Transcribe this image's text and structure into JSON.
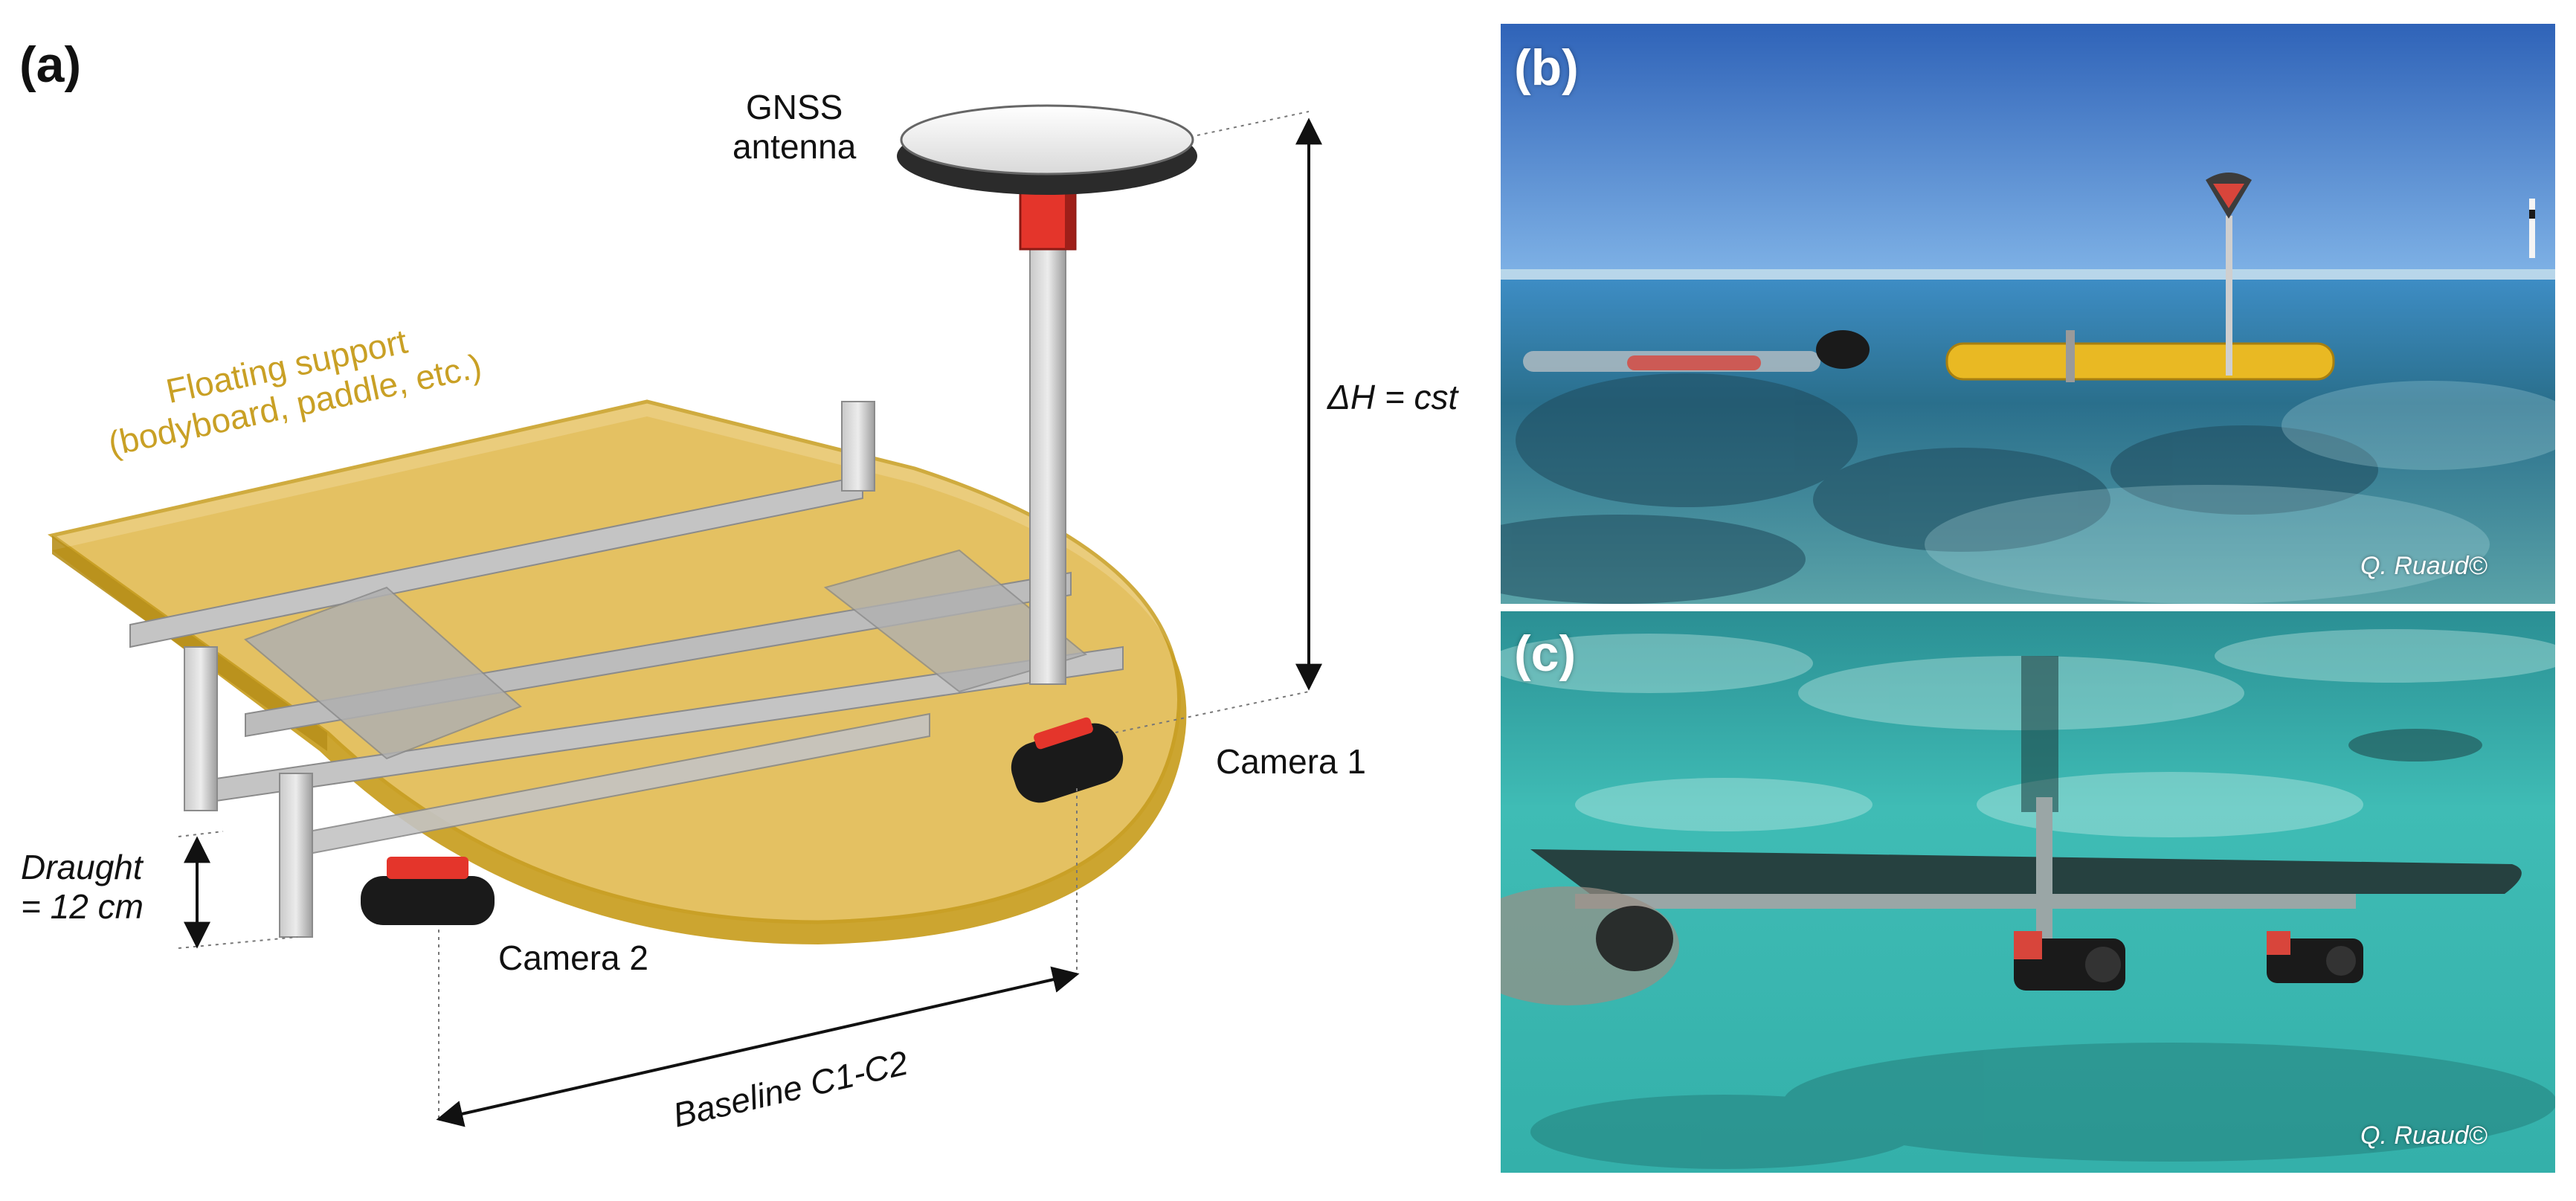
{
  "panels": {
    "a": {
      "letter": "(a)"
    },
    "b": {
      "letter": "(b)",
      "credit": "Q. Ruaud©"
    },
    "c": {
      "letter": "(c)",
      "credit": "Q. Ruaud©"
    }
  },
  "diagram": {
    "gnss_label_line1": "GNSS",
    "gnss_label_line2": "antenna",
    "floating_support_line1": "Floating support",
    "floating_support_line2": "(bodyboard, paddle, etc.)",
    "delta_h_label": "ΔH = cst",
    "camera1_label": "Camera 1",
    "camera2_label": "Camera 2",
    "draught_line1": "Draught",
    "draught_line2": "= 12 cm",
    "baseline_label": "Baseline C1-C2"
  },
  "colors": {
    "board": "#e8c56a",
    "board_edge": "#c9a025",
    "frame": "#b9b9b9",
    "camera_body": "#1a1a1a",
    "camera_accent": "#e4352b",
    "sky": "#3f78c8",
    "lagoon": "#39b9b3"
  }
}
